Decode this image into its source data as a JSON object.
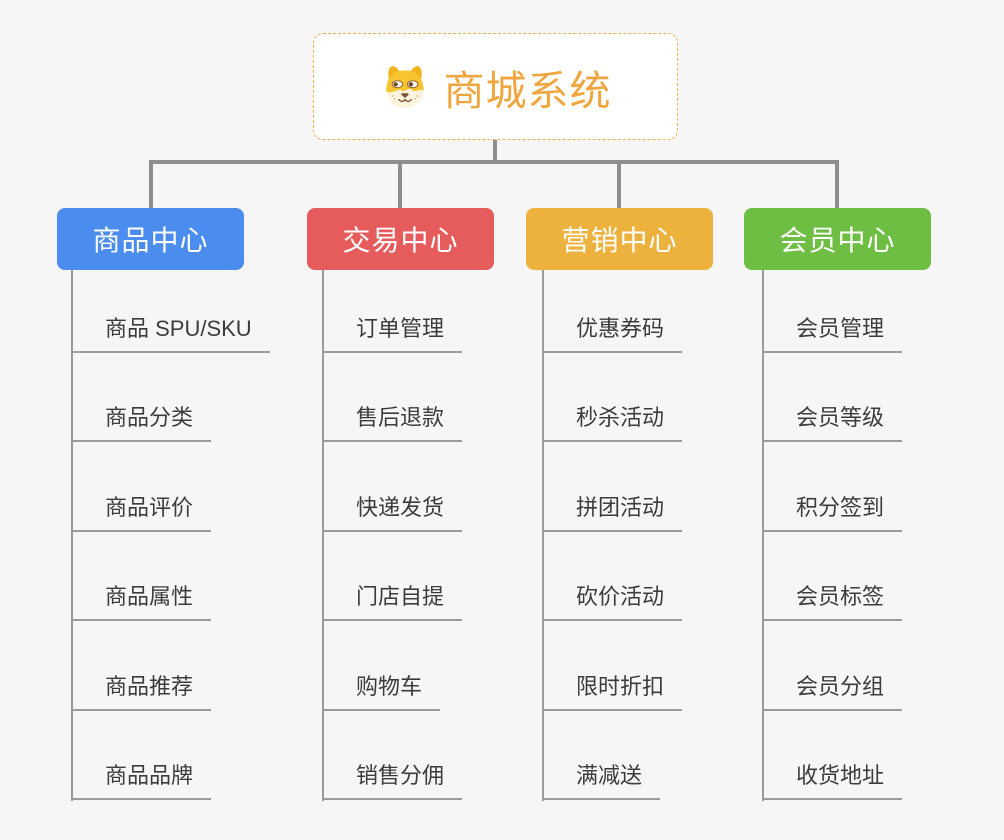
{
  "root": {
    "title": "商城系统",
    "icon": "dog-face-icon",
    "title_color": "#f0a63e",
    "border_color": "#f2b04c"
  },
  "colors": {
    "background": "#f6f6f6",
    "connector": "#8e8e8e",
    "trunk_line": "#9b9b9b",
    "leaf_text": "#3c3c3c"
  },
  "branches": [
    {
      "label": "商品中心",
      "color": "#4a8dee",
      "items": [
        "商品 SPU/SKU",
        "商品分类",
        "商品评价",
        "商品属性",
        "商品推荐",
        "商品品牌"
      ]
    },
    {
      "label": "交易中心",
      "color": "#e65c5c",
      "items": [
        "订单管理",
        "售后退款",
        "快递发货",
        "门店自提",
        "购物车",
        "销售分佣"
      ]
    },
    {
      "label": "营销中心",
      "color": "#edb23e",
      "items": [
        "优惠券码",
        "秒杀活动",
        "拼团活动",
        "砍价活动",
        "限时折扣",
        "满减送"
      ]
    },
    {
      "label": "会员中心",
      "color": "#6fbe44",
      "items": [
        "会员管理",
        "会员等级",
        "积分签到",
        "会员标签",
        "会员分组",
        "收货地址"
      ]
    }
  ]
}
